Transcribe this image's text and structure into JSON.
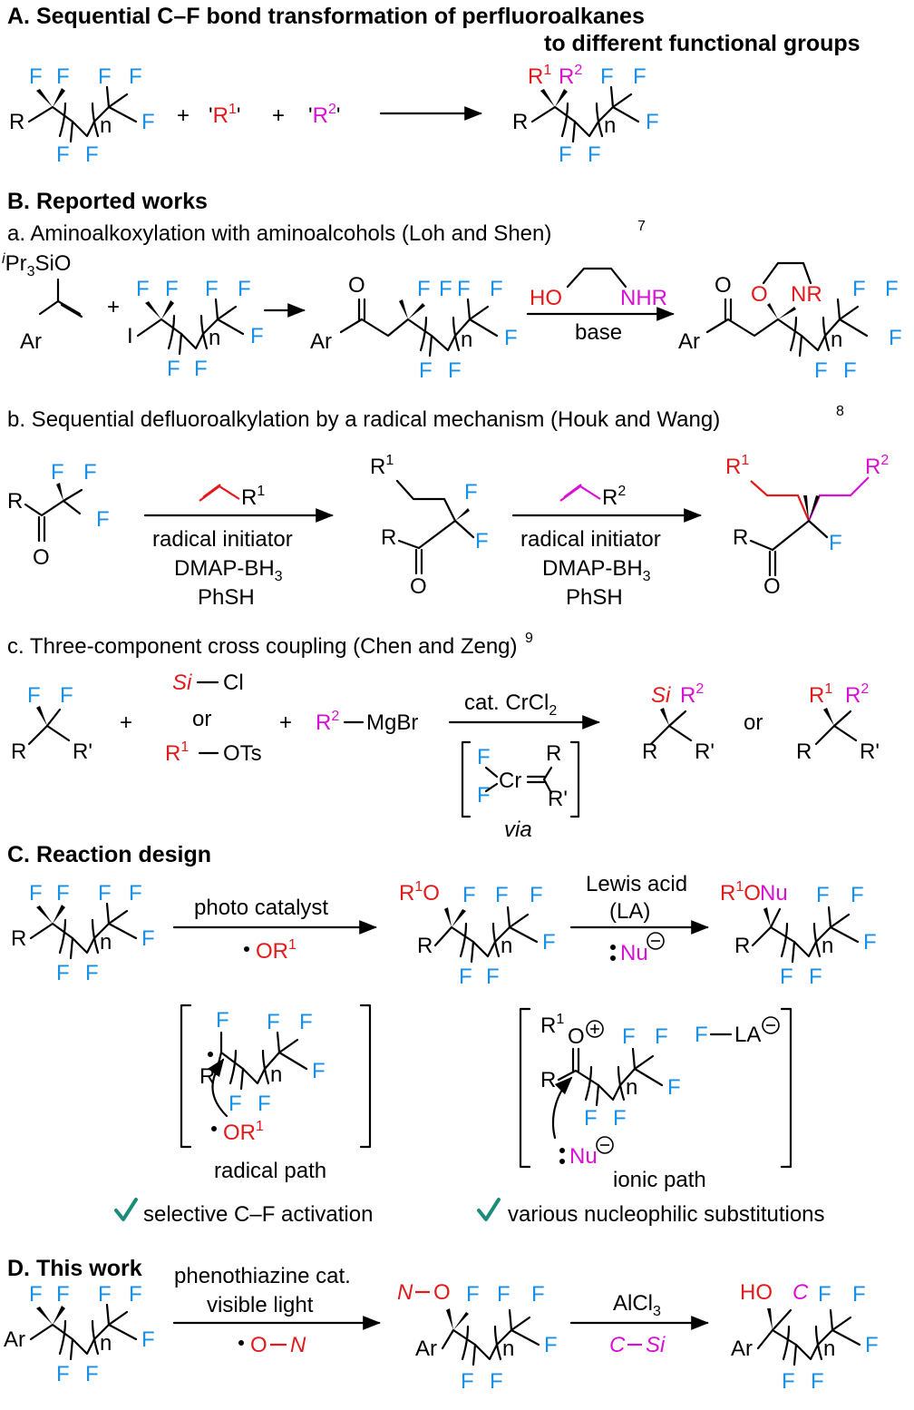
{
  "sections": {
    "A": {
      "title": "A. Sequential C–F bond transformation of perfluoroalkanes",
      "title2": "to different functional groups"
    },
    "B": {
      "title": "B. Reported works",
      "a": {
        "title": "a. Aminoalkoxylation with aminoalcohols (Loh and Shen)",
        "ref": "7",
        "arrow_label": "base",
        "reagent_ho": "HO",
        "reagent_nhr": "NHR"
      },
      "b": {
        "title": "b. Sequential defluoroalkylation by a radical mechanism (Houk and Wang)",
        "ref": "8",
        "cond1": "radical initiator",
        "cond2": "DMAP-BH",
        "cond3": "PhSH"
      },
      "c": {
        "title": "c. Three-component cross coupling (Chen and Zeng)",
        "ref": "9",
        "cat": "cat. CrCl",
        "via": "via",
        "or": "or",
        "mgbr": "MgBr",
        "cl": "Cl",
        "ots": "OTs"
      }
    },
    "C": {
      "title": "C. Reaction design",
      "photo": "photo catalyst",
      "lewis1": "Lewis acid",
      "lewis2": "(LA)",
      "radical_path": "radical path",
      "ionic_path": "ionic path",
      "check1": "selective C–F activation",
      "check2": "various nucleophilic substitutions",
      "fla": "F—LA"
    },
    "D": {
      "title": "D. This work",
      "cond1": "phenothiazine cat.",
      "cond2": "visible light",
      "cond3": "AlCl",
      "csi": "C–Si",
      "ono": "O–N",
      "no": "N–O"
    }
  },
  "colors": {
    "fluorine": "#1a8fe6",
    "red": "#e3191b",
    "magenta": "#d90fd6",
    "check": "#1b8c7a"
  }
}
